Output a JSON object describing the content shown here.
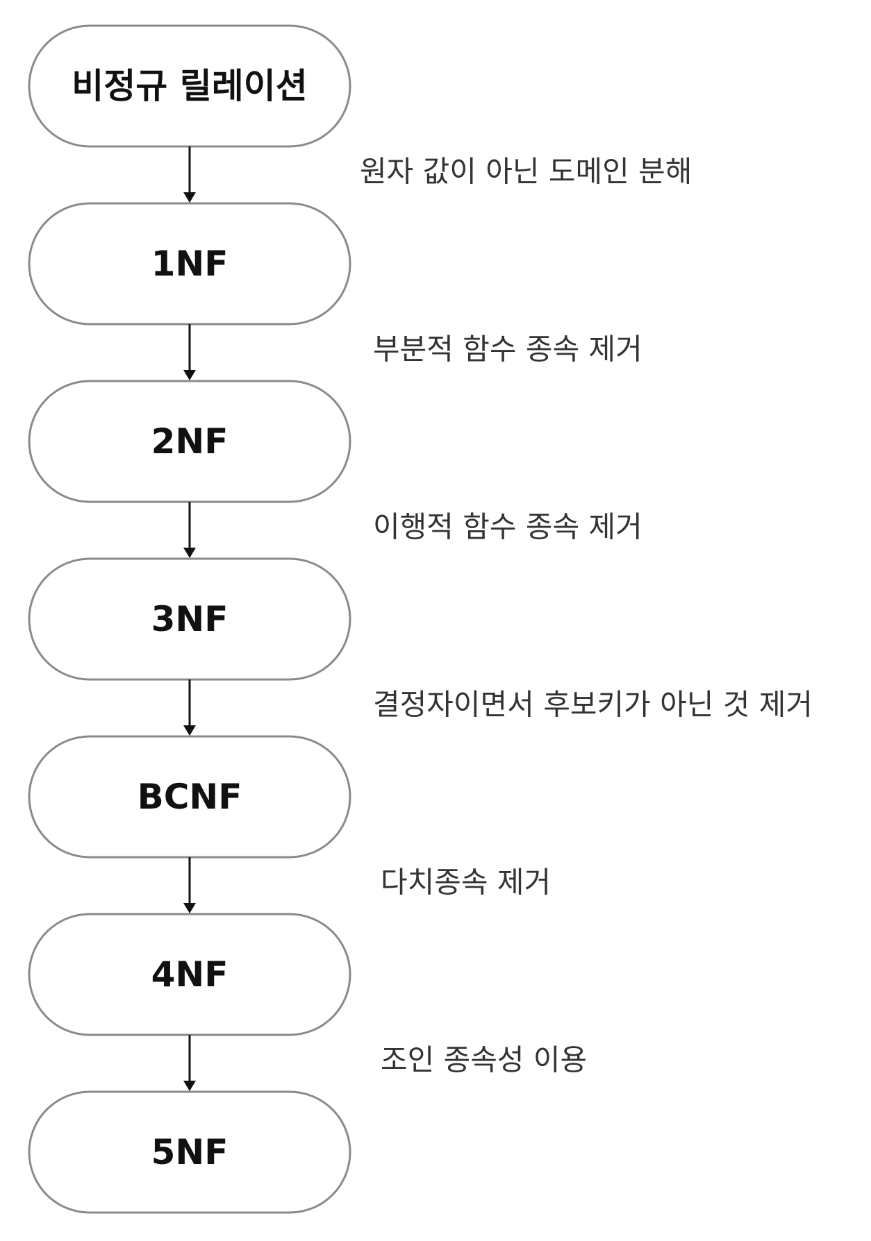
{
  "diagram": {
    "nodes": [
      {
        "id": "unnormalized",
        "label": "비정규 릴레이션"
      },
      {
        "id": "1nf",
        "label": "1NF"
      },
      {
        "id": "2nf",
        "label": "2NF"
      },
      {
        "id": "3nf",
        "label": "3NF"
      },
      {
        "id": "bcnf",
        "label": "BCNF"
      },
      {
        "id": "4nf",
        "label": "4NF"
      },
      {
        "id": "5nf",
        "label": "5NF"
      }
    ],
    "edges": [
      {
        "from": "unnormalized",
        "to": "1nf",
        "label": "원자 값이 아닌 도메인 분해"
      },
      {
        "from": "1nf",
        "to": "2nf",
        "label": "부분적 함수 종속 제거"
      },
      {
        "from": "2nf",
        "to": "3nf",
        "label": "이행적 함수 종속 제거"
      },
      {
        "from": "3nf",
        "to": "bcnf",
        "label": "결정자이면서 후보키가 아닌 것 제거"
      },
      {
        "from": "bcnf",
        "to": "4nf",
        "label": "다치종속 제거"
      },
      {
        "from": "4nf",
        "to": "5nf",
        "label": "조인 종속성 이용"
      }
    ]
  }
}
